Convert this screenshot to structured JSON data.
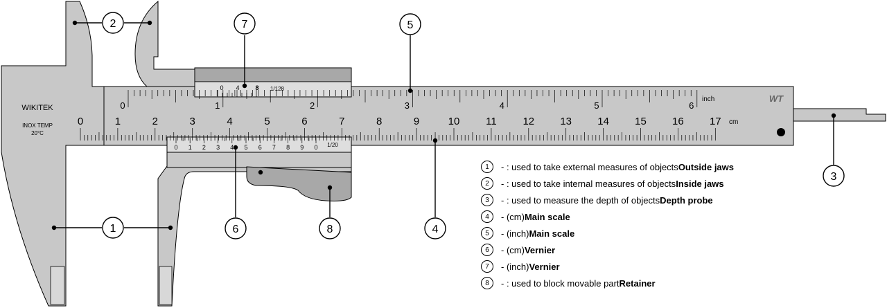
{
  "caliper": {
    "brand": "WIKITEK",
    "material_line1": "INOX TEMP",
    "material_line2": "20°C",
    "maker_mark": "WT",
    "inch_unit": "inch",
    "cm_unit": "cm",
    "inch_numbers": [
      "0",
      "1",
      "2",
      "3",
      "4",
      "5",
      "6"
    ],
    "cm_numbers": [
      "0",
      "1",
      "2",
      "3",
      "4",
      "5",
      "6",
      "7",
      "8",
      "9",
      "10",
      "11",
      "12",
      "13",
      "14",
      "15",
      "16",
      "17"
    ],
    "inch_vernier_labels": [
      "0",
      "4",
      "8"
    ],
    "inch_vernier_fraction": "1/128",
    "cm_vernier_labels": [
      "0",
      "1",
      "2",
      "3",
      "4",
      "5",
      "6",
      "7",
      "8",
      "9",
      "0"
    ],
    "cm_vernier_fraction": "1/20"
  },
  "callouts": [
    {
      "id": "callout-1",
      "number": "1"
    },
    {
      "id": "callout-2",
      "number": "2"
    },
    {
      "id": "callout-3",
      "number": "3"
    },
    {
      "id": "callout-4",
      "number": "4"
    },
    {
      "id": "callout-5",
      "number": "5"
    },
    {
      "id": "callout-6",
      "number": "6"
    },
    {
      "id": "callout-7",
      "number": "7"
    },
    {
      "id": "callout-8",
      "number": "8"
    }
  ],
  "legend": [
    {
      "number": "1",
      "prefix": "- : used to take external measures of objects",
      "bold": "Outside jaws"
    },
    {
      "number": "2",
      "prefix": "- : used to take internal measures of objects",
      "bold": "Inside jaws"
    },
    {
      "number": "3",
      "prefix": "- : used to measure the depth of objects",
      "bold": "Depth probe"
    },
    {
      "number": "4",
      "prefix": "-  (cm)",
      "bold": "Main scale"
    },
    {
      "number": "5",
      "prefix": "-  (inch)",
      "bold": "Main scale"
    },
    {
      "number": "6",
      "prefix": "-  (cm)",
      "bold": "Vernier"
    },
    {
      "number": "7",
      "prefix": "-  (inch)",
      "bold": "Vernier"
    },
    {
      "number": "8",
      "prefix": "- : used to block movable part",
      "bold": "Retainer"
    }
  ],
  "colors": {
    "body": "#c8c8c8",
    "slider": "#a8a8a8",
    "outline": "#000000",
    "background": "#ffffff"
  }
}
